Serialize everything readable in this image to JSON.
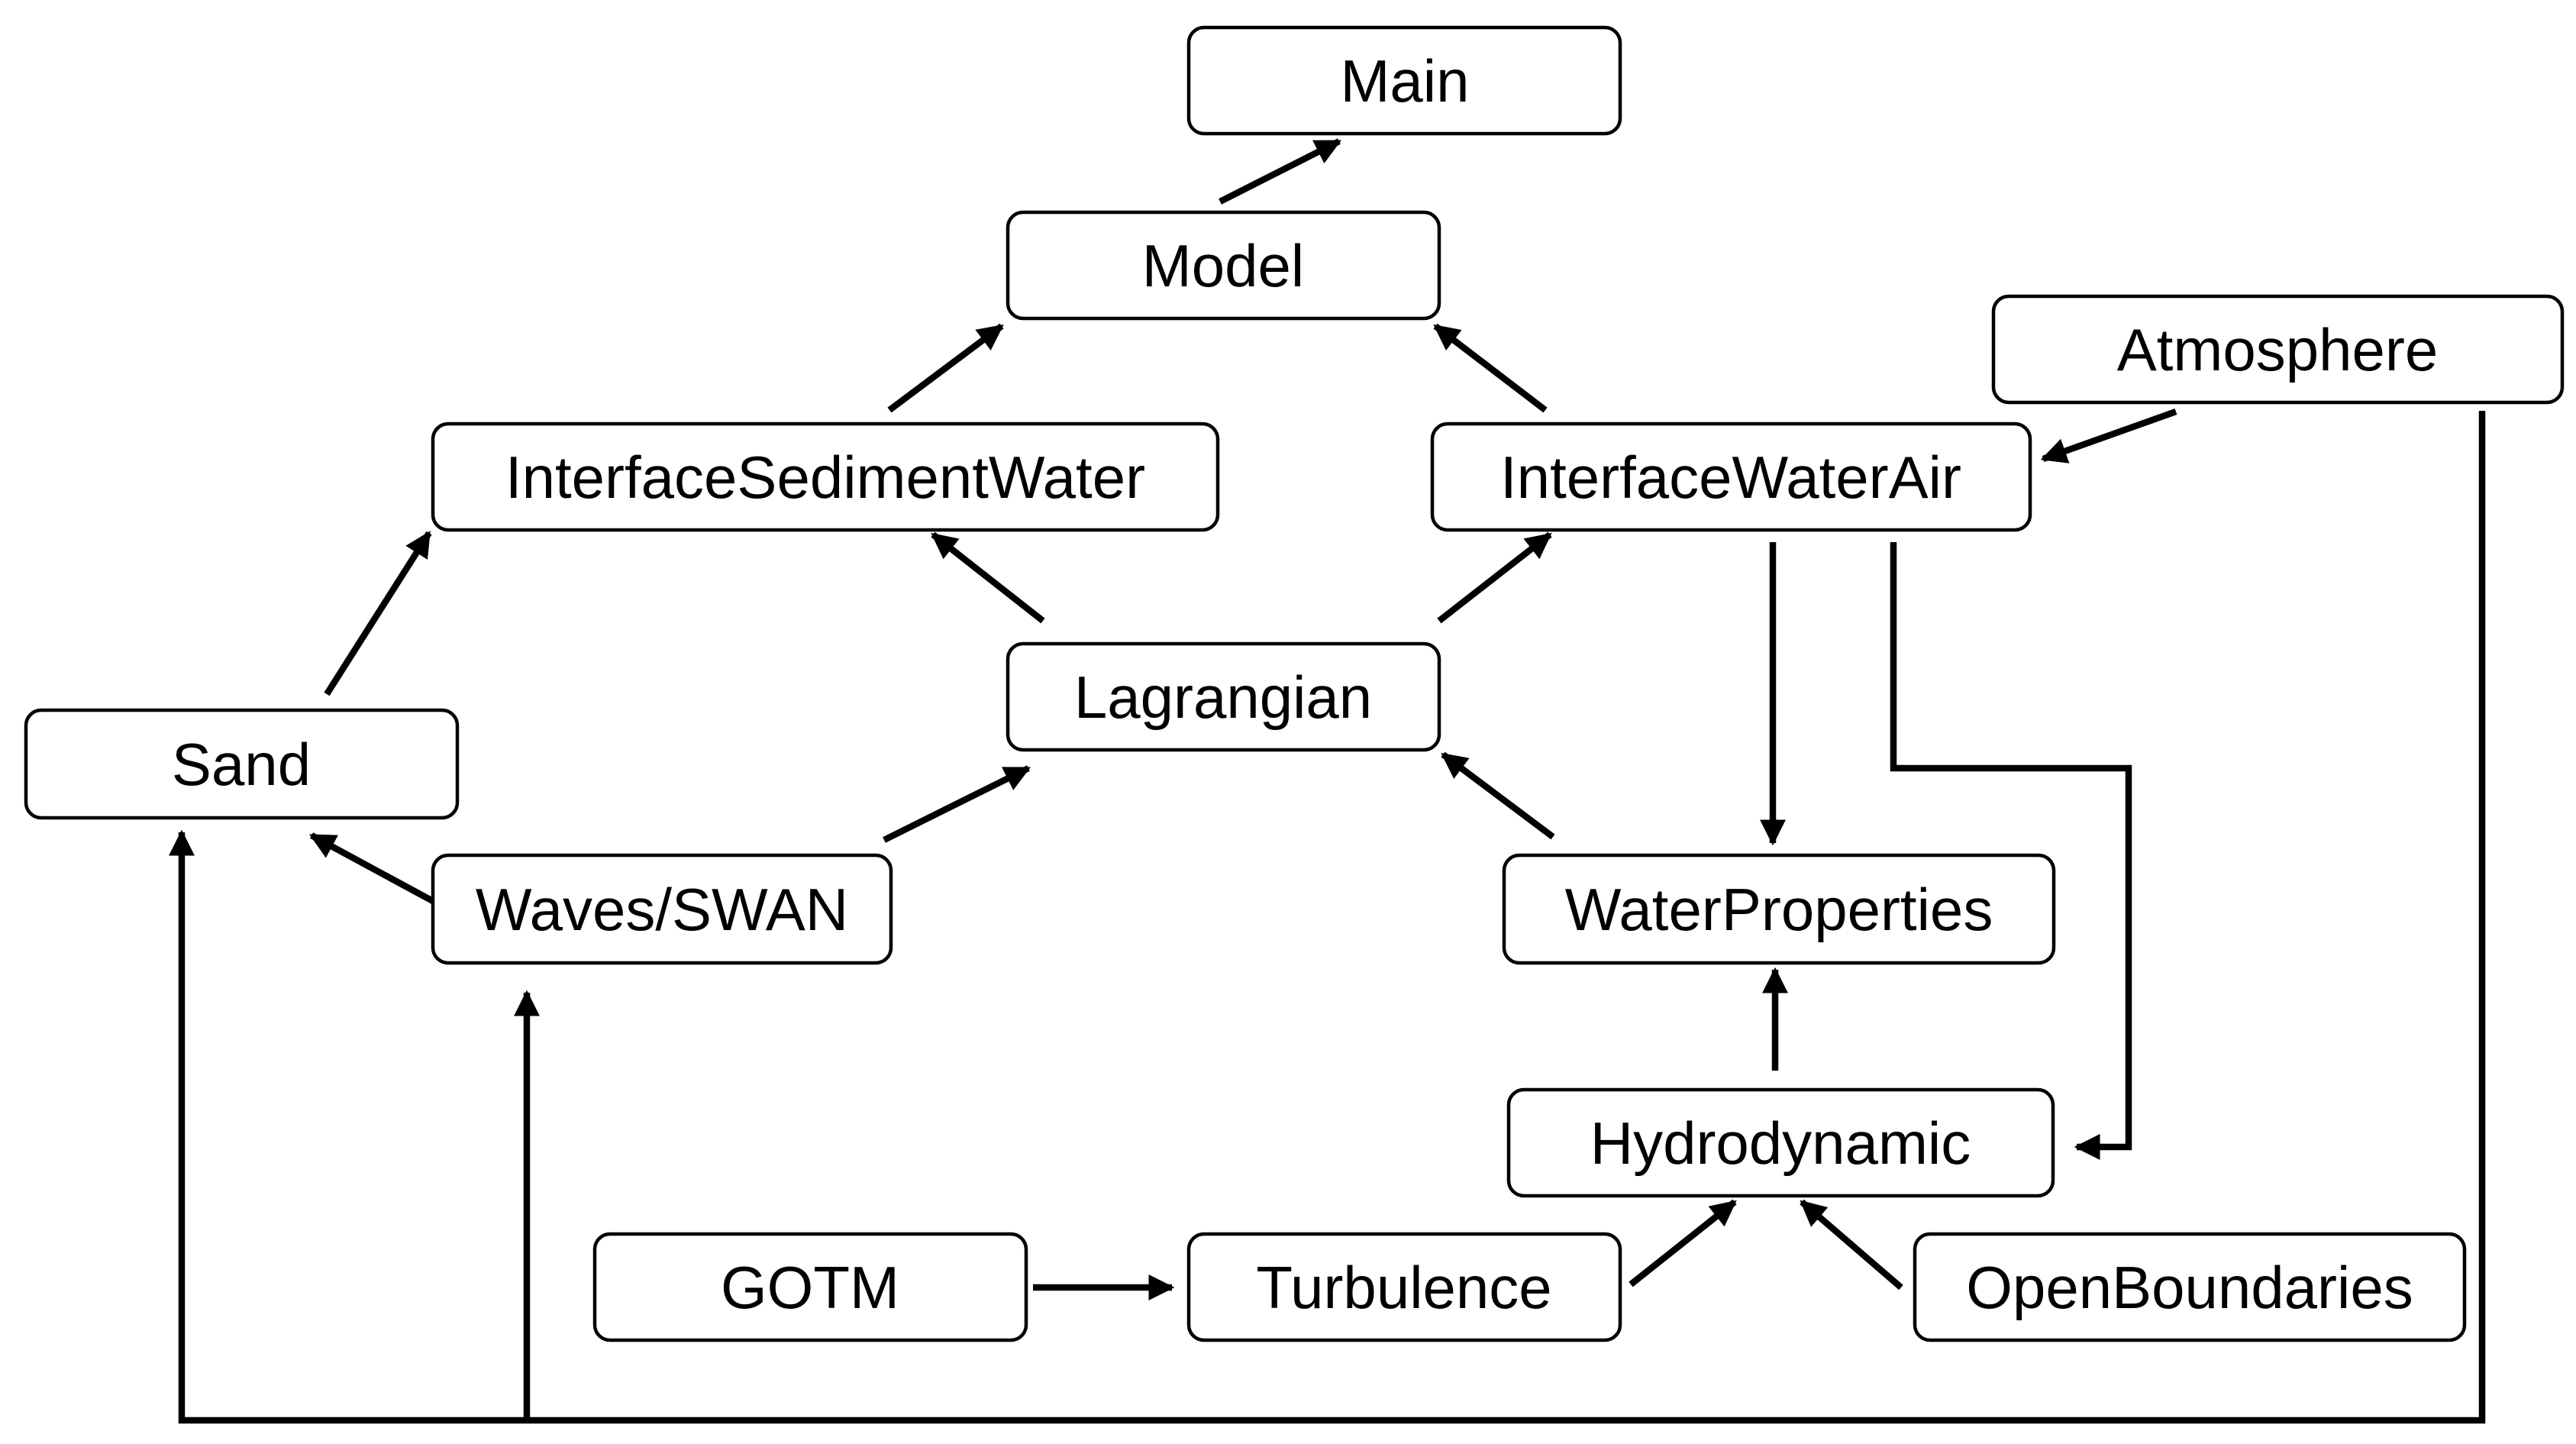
{
  "nodes": {
    "main": "Main",
    "model": "Model",
    "atmosphere": "Atmosphere",
    "interface_sediment_water": "InterfaceSedimentWater",
    "interface_water_air": "InterfaceWaterAir",
    "sand": "Sand",
    "lagrangian": "Lagrangian",
    "waves_swan": "Waves/SWAN",
    "water_properties": "WaterProperties",
    "hydrodynamic": "Hydrodynamic",
    "gotm": "GOTM",
    "turbulence": "Turbulence",
    "open_boundaries": "OpenBoundaries"
  },
  "edges": [
    {
      "from": "Model",
      "to": "Main"
    },
    {
      "from": "InterfaceSedimentWater",
      "to": "Model"
    },
    {
      "from": "InterfaceWaterAir",
      "to": "Model"
    },
    {
      "from": "Atmosphere",
      "to": "InterfaceWaterAir"
    },
    {
      "from": "Sand",
      "to": "InterfaceSedimentWater"
    },
    {
      "from": "Lagrangian",
      "to": "InterfaceSedimentWater"
    },
    {
      "from": "Lagrangian",
      "to": "InterfaceWaterAir"
    },
    {
      "from": "InterfaceWaterAir",
      "to": "WaterProperties"
    },
    {
      "from": "InterfaceWaterAir",
      "to": "Hydrodynamic"
    },
    {
      "from": "Waves/SWAN",
      "to": "Sand"
    },
    {
      "from": "Waves/SWAN",
      "to": "Lagrangian"
    },
    {
      "from": "WaterProperties",
      "to": "Lagrangian"
    },
    {
      "from": "Hydrodynamic",
      "to": "WaterProperties"
    },
    {
      "from": "GOTM",
      "to": "Turbulence"
    },
    {
      "from": "Turbulence",
      "to": "Hydrodynamic"
    },
    {
      "from": "OpenBoundaries",
      "to": "Hydrodynamic"
    },
    {
      "from": "Atmosphere",
      "to": "Sand"
    },
    {
      "from": "Atmosphere",
      "to": "Waves/SWAN"
    }
  ],
  "colors": {
    "stroke": "#000000",
    "fill": "#ffffff",
    "text": "#000000"
  }
}
